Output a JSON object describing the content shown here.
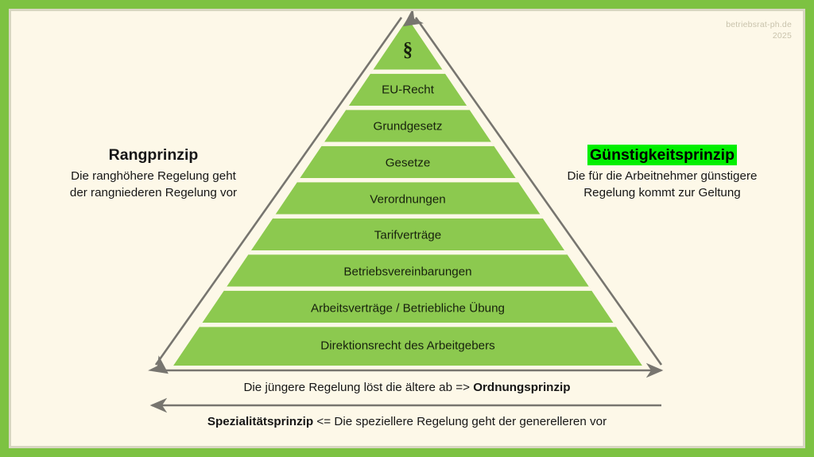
{
  "watermark": {
    "site": "betriebsrat-ph.de",
    "year": "2025"
  },
  "pyramid": {
    "apex_symbol": "§",
    "bands": [
      {
        "label": "§"
      },
      {
        "label": "EU-Recht"
      },
      {
        "label": "Grundgesetz"
      },
      {
        "label": "Gesetze"
      },
      {
        "label": "Verordnungen"
      },
      {
        "label": "Tarifverträge"
      },
      {
        "label": "Betriebsvereinbarungen"
      },
      {
        "label": "Arbeitsverträge / Betriebliche Übung"
      },
      {
        "label": "Direktionsrecht des Arbeitgebers"
      }
    ]
  },
  "left_block": {
    "title": "Rangprinzip",
    "line1": "Die ranghöhere Regelung geht",
    "line2": "der rangniederen Regelung vor"
  },
  "right_block": {
    "title": "Günstigkeitsprinzip",
    "line1": "Die für die Arbeitnehmer günstigere",
    "line2": "Regelung  kommt zur Geltung"
  },
  "bottom": {
    "ordnung_prefix": "Die jüngere Regelung löst die ältere ab => ",
    "ordnung_bold": "Ordnungsprinzip",
    "spezialitaet_bold": "Spezialitätsprinzip",
    "spezialitaet_suffix": " <= Die speziellere Regelung geht der generelleren vor"
  },
  "colors": {
    "background": "#fdf8e8",
    "frame_green": "#7dc242",
    "band_green": "#8cc94f",
    "highlight_green": "#00ef00",
    "arrow_gray": "#77756f",
    "watermark_gray": "#c9c3ac"
  }
}
